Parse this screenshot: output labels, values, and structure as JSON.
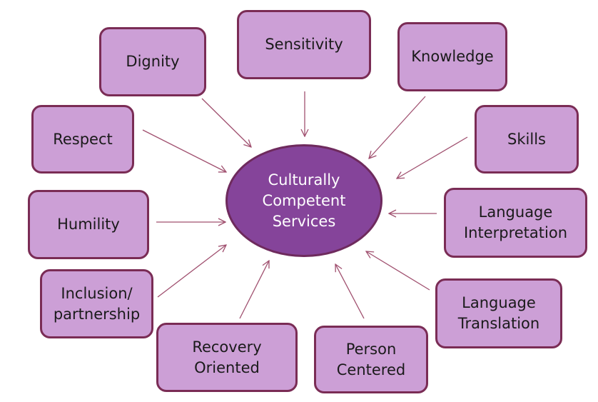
{
  "center": {
    "label": "Culturally\nCompetent\nServices"
  },
  "nodes": [
    {
      "id": "dignity",
      "label": "Dignity"
    },
    {
      "id": "sensitivity",
      "label": "Sensitivity"
    },
    {
      "id": "knowledge",
      "label": "Knowledge"
    },
    {
      "id": "respect",
      "label": "Respect"
    },
    {
      "id": "skills",
      "label": "Skills"
    },
    {
      "id": "humility",
      "label": "Humility"
    },
    {
      "id": "language-interpretation",
      "label": "Language\nInterpretation"
    },
    {
      "id": "inclusion-partnership",
      "label": "Inclusion/\npartnership"
    },
    {
      "id": "language-translation",
      "label": "Language\nTranslation"
    },
    {
      "id": "recovery-oriented",
      "label": "Recovery\nOriented"
    },
    {
      "id": "person-centered",
      "label": "Person\nCentered"
    }
  ],
  "colors": {
    "box_fill": "#cc9fd6",
    "box_border": "#7a2c55",
    "center_fill": "#85449a",
    "arrow": "#a0506f"
  }
}
